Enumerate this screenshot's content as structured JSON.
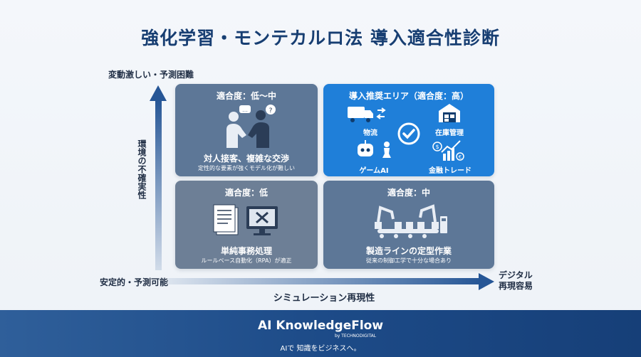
{
  "title": "強化学習・モンテカルロ法 導入適合性診断",
  "axes": {
    "y_top": "変動激しい・予測困難",
    "y_label": "環境の不確実性",
    "x_left": "安定的・予測可能",
    "x_right_line1": "デジタル",
    "x_right_line2": "再現容易",
    "x_label": "シミュレーション再現性"
  },
  "quadrants": {
    "top_left": {
      "heading": "適合度：低〜中",
      "main": "対人接客、複雑な交渉",
      "sub": "定性的な要素が強くモデル化が難しい",
      "icon": "handshake-people-icon"
    },
    "top_right": {
      "heading": "導入推奨エリア（適合度：高）",
      "items": [
        "物流",
        "在庫管理",
        "ゲームAI",
        "金融トレード"
      ],
      "icons": [
        "truck-icon",
        "warehouse-icon",
        "check-circle-icon",
        "robot-icon",
        "chess-icon",
        "finance-chart-icon"
      ]
    },
    "bottom_left": {
      "heading": "適合度：低",
      "main": "単純事務処理",
      "sub": "ルールベース自動化（RPA）が適正",
      "icon": "documents-monitor-icon"
    },
    "bottom_right": {
      "heading": "適合度：中",
      "main": "製造ラインの定型作業",
      "sub": "従来の制御工学で十分な場合あり",
      "icon": "robot-arms-icon"
    }
  },
  "footer": {
    "brand": "AI KnowledgeFlow",
    "by": "by TECHNODIGITAL",
    "tagline": "AIで 知識をビジネスへ。"
  },
  "colors": {
    "accent": "#1f7fd9",
    "quadrant_muted": "#5d7797",
    "axis": "#265696",
    "title": "#173e72"
  }
}
